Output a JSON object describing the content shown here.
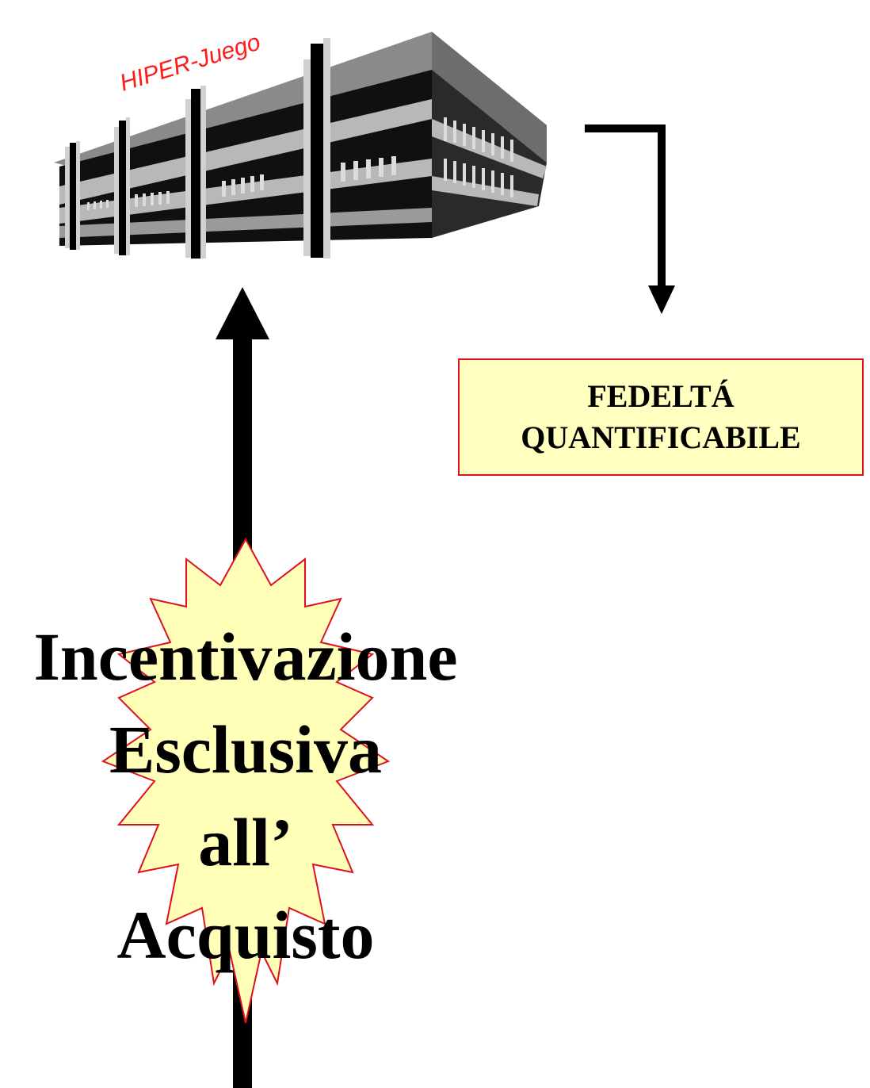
{
  "store": {
    "name": "HIPER-Juego"
  },
  "loyalty_box": {
    "line1": "FEDELTÁ",
    "line2": "QUANTIFICABILE"
  },
  "incentive": {
    "line1": "Incentivazione",
    "line2": "Esclusiva",
    "line3": "all’",
    "line4": "Acquisto"
  },
  "colors": {
    "box_fill": "#ffffc0",
    "box_border": "#e01020",
    "burst_fill": "#ffffb8",
    "burst_stroke": "#e01020",
    "store_name": "#ff1a1a"
  }
}
